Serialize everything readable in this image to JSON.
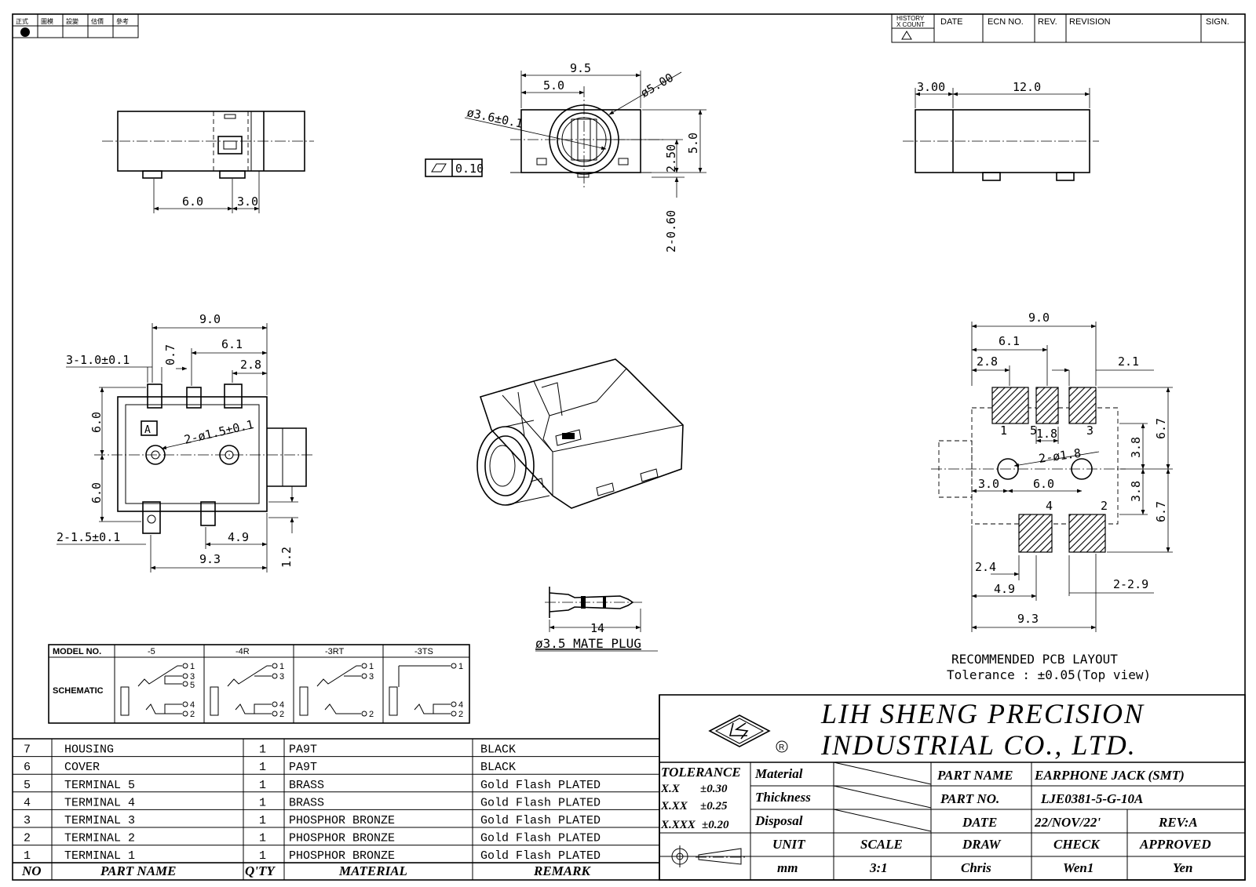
{
  "corner_stamp": {
    "cells": [
      "正式",
      "圖模",
      "設變",
      "估價",
      "參考"
    ]
  },
  "revision_header": {
    "history": "HISTORY",
    "xcount": "X COUNT",
    "date": "DATE",
    "ecn": "ECN NO.",
    "rev": "REV.",
    "revision": "REVISION",
    "sign": "SIGN."
  },
  "front_view": {
    "dims": [
      "6.0",
      "3.0"
    ]
  },
  "end_view": {
    "dims": [
      "9.5",
      "5.0",
      "ø5.00",
      "ø3.6±0.1",
      "2.50",
      "5.0",
      "2-0.60"
    ],
    "flatness": "0.10"
  },
  "side_view": {
    "dims": [
      "3.00",
      "12.0"
    ]
  },
  "top_view": {
    "dims": [
      "9.0",
      "6.1",
      "2.8",
      "3-1.0±0.1",
      "0.7",
      "6.0",
      "6.0",
      "2-ø1.5±0.1",
      "2-1.5±0.1",
      "4.9",
      "9.3",
      "1.2"
    ]
  },
  "pcb_layout": {
    "dims": [
      "9.0",
      "6.1",
      "2.8",
      "2.1",
      "1.8",
      "2-ø1.8",
      "3.0",
      "6.0",
      "6.7",
      "3.8",
      "3.8",
      "6.7",
      "2.4",
      "2-2.9",
      "4.9",
      "9.3"
    ],
    "pins": [
      "1",
      "5",
      "3",
      "4",
      "2"
    ],
    "title": "RECOMMENDED PCB LAYOUT",
    "tolerance": "Tolerance : ±0.05(Top view)"
  },
  "plug": {
    "length": "14",
    "caption": "ø3.5 MATE PLUG"
  },
  "schematic_table": {
    "model_label": "MODEL NO.",
    "schematic_label": "SCHEMATIC",
    "models": [
      "-5",
      "-4R",
      "-3RT",
      "-3TS"
    ],
    "pin_sets": [
      [
        "1",
        "3",
        "5",
        "4",
        "2"
      ],
      [
        "1",
        "3",
        "4",
        "2"
      ],
      [
        "1",
        "3",
        "2"
      ],
      [
        "1",
        "4",
        "2"
      ]
    ]
  },
  "bom": {
    "headers": [
      "NO",
      "PART NAME",
      "Q'TY",
      "MATERIAL",
      "REMARK"
    ],
    "rows": [
      [
        "7",
        "HOUSING",
        "1",
        "PA9T",
        "BLACK"
      ],
      [
        "6",
        "COVER",
        "1",
        "PA9T",
        "BLACK"
      ],
      [
        "5",
        "TERMINAL 5",
        "1",
        "BRASS",
        "Gold Flash PLATED"
      ],
      [
        "4",
        "TERMINAL 4",
        "1",
        "BRASS",
        "Gold Flash PLATED"
      ],
      [
        "3",
        "TERMINAL 3",
        "1",
        "PHOSPHOR BRONZE",
        "Gold Flash PLATED"
      ],
      [
        "2",
        "TERMINAL 2",
        "1",
        "PHOSPHOR BRONZE",
        "Gold Flash PLATED"
      ],
      [
        "1",
        "TERMINAL 1",
        "1",
        "PHOSPHOR BRONZE",
        "Gold Flash PLATED"
      ]
    ]
  },
  "title_block": {
    "company_line1": "LIH SHENG PRECISION",
    "company_line2": "INDUSTRIAL CO., LTD.",
    "tolerance_label": "TOLERANCE",
    "tol_rows": [
      [
        "X.X",
        "±0.30"
      ],
      [
        "X.XX",
        "±0.25"
      ],
      [
        "X.XXX",
        "±0.20"
      ]
    ],
    "material_label": "Material",
    "thickness_label": "Thickness",
    "disposal_label": "Disposal",
    "part_name_label": "PART NAME",
    "part_name": "EARPHONE JACK (SMT)",
    "part_no_label": "PART NO.",
    "part_no": "LJE0381-5-G-10A",
    "date_label": "DATE",
    "date": "22/NOV/22'",
    "rev": "REV:A",
    "unit_label": "UNIT",
    "scale_label": "SCALE",
    "draw_label": "DRAW",
    "check_label": "CHECK",
    "approved_label": "APPROVED",
    "unit": "mm",
    "scale": "3:1",
    "draw": "Chris",
    "check": "Wen1",
    "approved": "Yen"
  }
}
